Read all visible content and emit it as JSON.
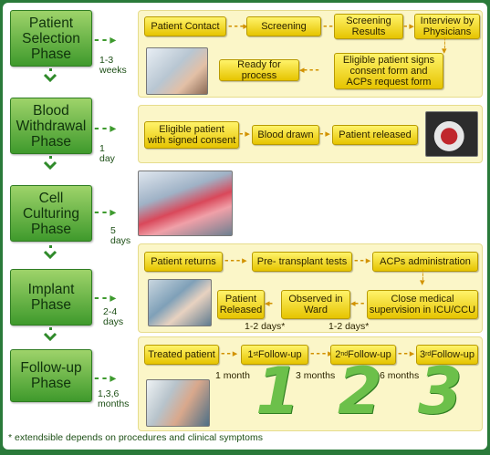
{
  "phases": [
    {
      "name": "Patient\nSelection\nPhase",
      "duration": "1-3\nweeks"
    },
    {
      "name": "Blood\nWithdrawal\nPhase",
      "duration": "1\nday"
    },
    {
      "name": "Cell Culturing\nPhase",
      "duration": "5\ndays"
    },
    {
      "name": "Implant\nPhase",
      "duration": "2-4\ndays"
    },
    {
      "name": "Follow-up\nPhase",
      "duration": "1,3,6\nmonths"
    }
  ],
  "selection": {
    "patient_contact": "Patient Contact",
    "screening": "Screening",
    "screening_results": "Screening\nResults",
    "interview": "Interview by\nPhysicians",
    "eligible_signs": "Eligible patient signs\nconsent form and\nACPs request form",
    "ready": "Ready for process"
  },
  "withdrawal": {
    "eligible_consent": "Eligible patient\nwith signed consent",
    "blood_drawn": "Blood drawn",
    "released": "Patient released"
  },
  "implant": {
    "returns": "Patient returns",
    "pre_tests": "Pre- transplant tests",
    "acps_admin": "ACPs administration",
    "close_supervision": "Close medical\nsupervision in ICU/CCU",
    "observed": "Observed in\nWard",
    "released": "Patient\nReleased",
    "days_a": "1-2 days*",
    "days_b": "1-2 days*"
  },
  "followup": {
    "treated": "Treated patient",
    "f1_num": "1",
    "f1_sup": "st",
    "f1_text": " Follow-up",
    "f2_num": "2",
    "f2_sup": "nd",
    "f2_text": " Follow-up",
    "f3_num": "3",
    "f3_sup": "rd",
    "f3_text": " Follow-up",
    "m1": "1 month",
    "m3": "3 months",
    "m6": "6 months",
    "big": [
      "1",
      "2",
      "3"
    ]
  },
  "footnote": "* extendsible depends on procedures and clinical symptoms",
  "colors": {
    "phase_green": "#3f9a2c",
    "box_yellow": "#e6c400",
    "panel": "#fbf6c8",
    "frame": "#2a7a3a"
  }
}
